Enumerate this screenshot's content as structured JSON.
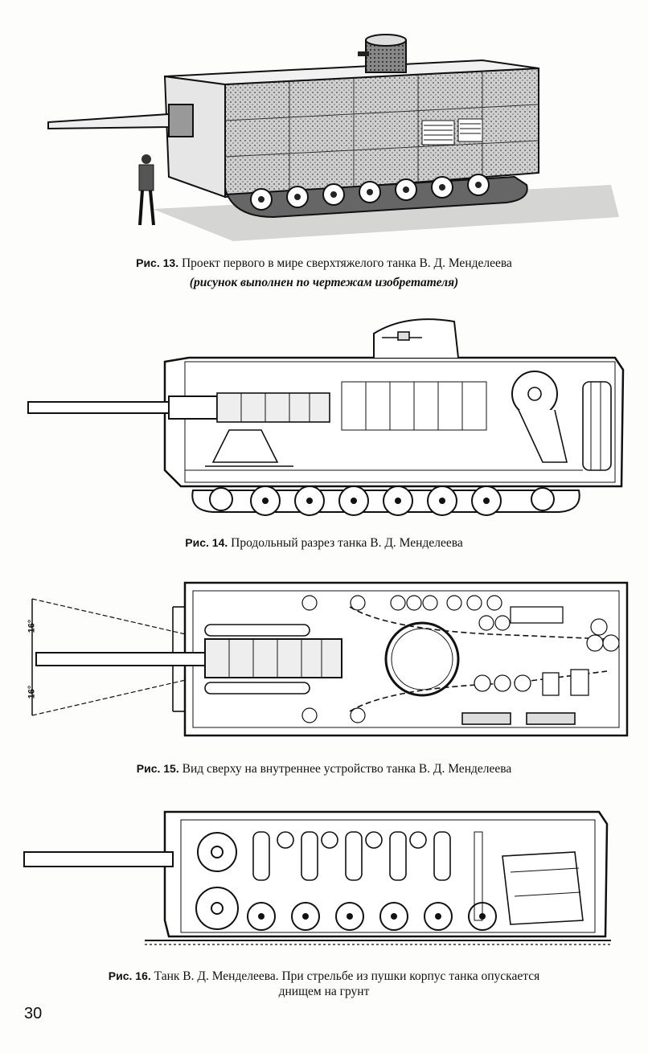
{
  "figures": [
    {
      "label": "Рис. 13.",
      "caption": "Проект первого в мире сверхтяжелого танка В. Д. Менделеева",
      "subcaption": "(рисунок выполнен по чертежам изобретателя)"
    },
    {
      "label": "Рис. 14.",
      "caption": "Продольный разрез танка В. Д. Менделеева"
    },
    {
      "label": "Рис. 15.",
      "caption": "Вид сверху на внутреннее устройство танка В. Д. Менделеева",
      "angle_top": "16°",
      "angle_bottom": "16°"
    },
    {
      "label": "Рис. 16.",
      "caption": "Танк В. Д. Менделеева. При стрельбе из пушки корпус танка опускается",
      "caption_line2": "днищем на грунт"
    }
  ],
  "page_number": "30"
}
